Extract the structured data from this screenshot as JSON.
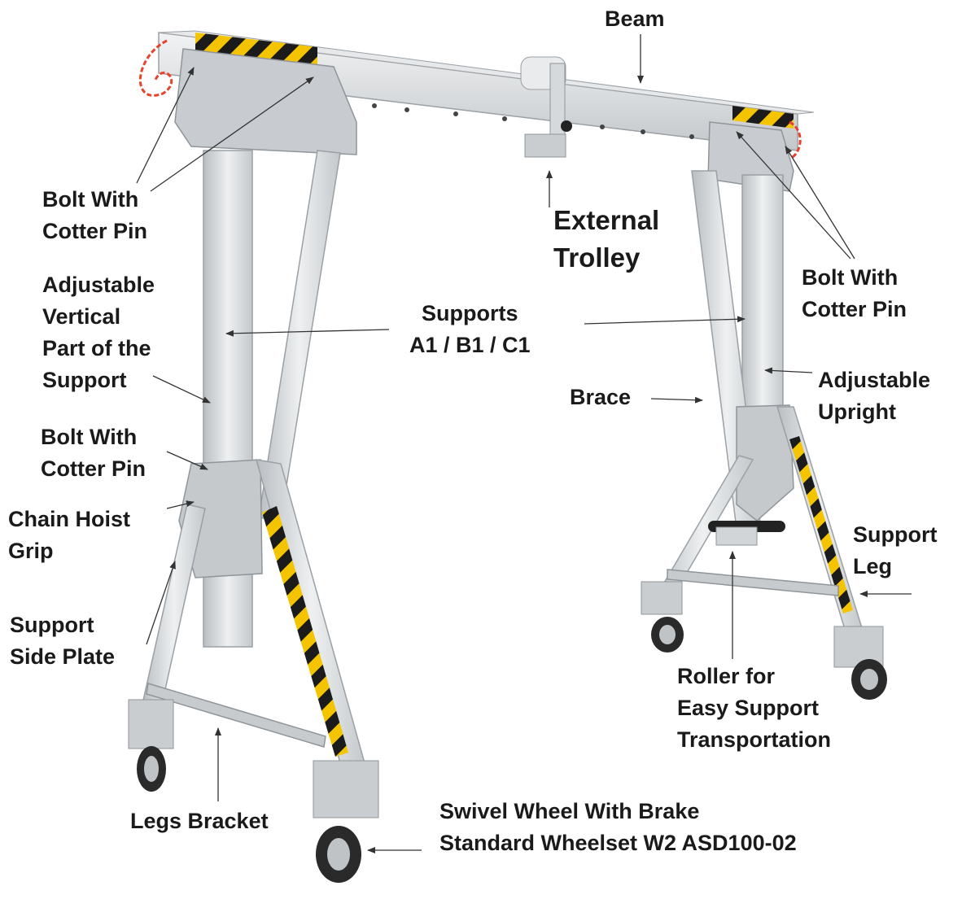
{
  "colors": {
    "frame": "#cfd3d6",
    "frame_edge": "#9aa0a5",
    "hazard_yellow": "#f5c400",
    "hazard_black": "#1b1b1b",
    "label_text": "#1a1a1a",
    "rope": "#e8412c"
  },
  "labels": {
    "beam": "Beam",
    "bolt_left_top": [
      "Bolt With",
      "Cotter Pin"
    ],
    "external_trolley": [
      "External",
      "Trolley"
    ],
    "bolt_right_top": [
      "Bolt With",
      "Cotter Pin"
    ],
    "adjustable_vertical": [
      "Adjustable",
      "Vertical",
      "Part of the",
      "Support"
    ],
    "supports": [
      "Supports",
      "A1 / B1 / C1"
    ],
    "brace": "Brace",
    "adjustable_upright": [
      "Adjustable",
      "Upright"
    ],
    "bolt_left_mid": [
      "Bolt With",
      "Cotter Pin"
    ],
    "chain_hoist_grip": [
      "Chain Hoist",
      "Grip"
    ],
    "support_leg": [
      "Support",
      "Leg"
    ],
    "support_side_plate": [
      "Support",
      "Side Plate"
    ],
    "roller": [
      "Roller for",
      "Easy Support",
      "Transportation"
    ],
    "legs_bracket": "Legs Bracket",
    "swivel_wheel": [
      "Swivel Wheel With Brake",
      "Standard Wheelset W2 ASD100-02"
    ]
  }
}
